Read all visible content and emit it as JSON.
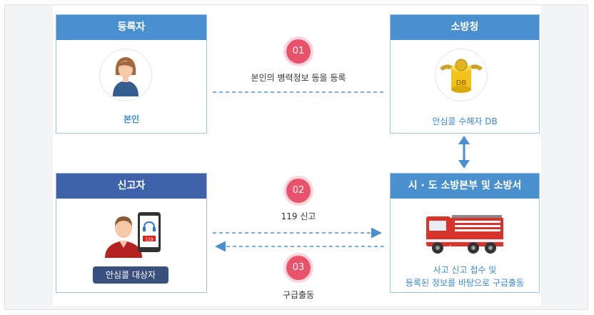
{
  "registrant": {
    "header": "등록자",
    "label": "본인"
  },
  "fire_agency": {
    "header": "소방청",
    "db_badge": "DB",
    "caption": "안심콜 수혜자 DB"
  },
  "reporter": {
    "header": "신고자",
    "phone_text": "119",
    "label": "안심콜 대상자"
  },
  "fire_station": {
    "header": "시 · 도 소방본부 및 소방서",
    "caption_line1": "사고 신고 접수 및",
    "caption_line2": "등록된 정보를 바탕으로 구급출동"
  },
  "steps": [
    {
      "number": "01",
      "text": "본인의 병력정보 등을 등록"
    },
    {
      "number": "02",
      "text": "119 신고"
    },
    {
      "number": "03",
      "text": "구급출동"
    }
  ],
  "colors": {
    "header_light": "#4a90cf",
    "header_dark": "#3f63aa",
    "step_badge": "#e8536b",
    "arrow": "#4a90cf",
    "caption": "#3a8ad0"
  }
}
